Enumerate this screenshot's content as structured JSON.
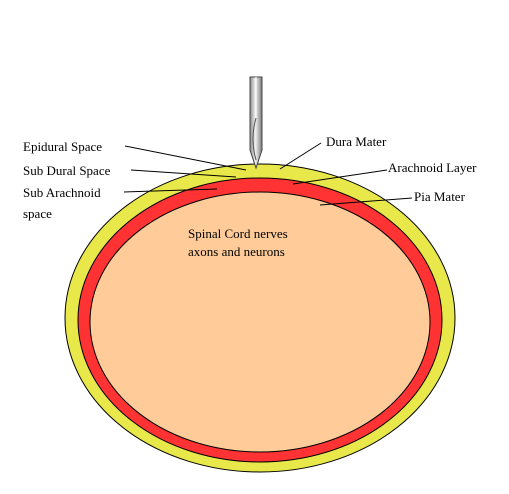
{
  "labels": {
    "epidural_space": "Epidural Space",
    "sub_dural_space": "Sub Dural Space",
    "sub_arachnoid_line1": "Sub Arachnoid",
    "sub_arachnoid_line2": "space",
    "dura_mater": "Dura Mater",
    "arachnoid_layer": "Arachnoid Layer",
    "pia_mater": "Pia Mater",
    "spinal_cord_line1": "Spinal Cord nerves",
    "spinal_cord_line2": "axons and neurons"
  },
  "colors": {
    "dura_layer": "#e8e84a",
    "arachnoid_layer": "#ff3333",
    "spinal_cord": "#ffcc99",
    "needle": "#c0c0c0",
    "outline": "#000000"
  }
}
